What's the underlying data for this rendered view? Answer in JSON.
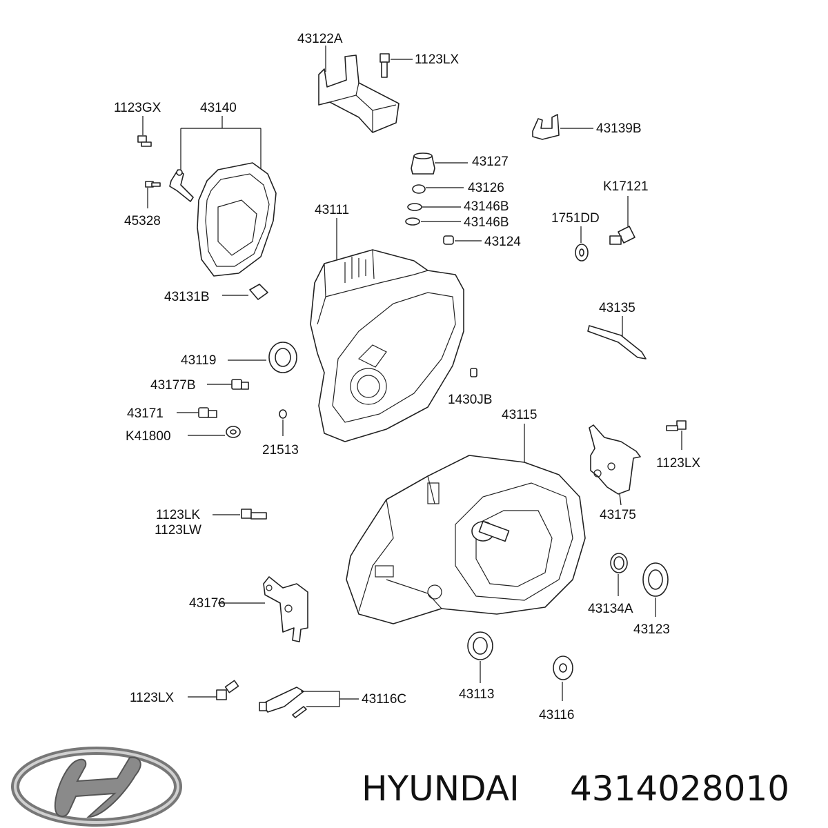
{
  "brand": {
    "name": "HYUNDAI",
    "part_number": "4314028010"
  },
  "labels": {
    "l43122A": "43122A",
    "l1123LX_top": "1123LX",
    "l1123GX": "1123GX",
    "l43140": "43140",
    "l43139B": "43139B",
    "l43127": "43127",
    "l43126": "43126",
    "l43146B_a": "43146B",
    "l43146B_b": "43146B",
    "l43124": "43124",
    "lK17121": "K17121",
    "l1751DD": "1751DD",
    "l45328": "45328",
    "l43111": "43111",
    "l43131B": "43131B",
    "l43135": "43135",
    "l43119": "43119",
    "l43177B": "43177B",
    "l43171": "43171",
    "lK41800": "K41800",
    "l21513": "21513",
    "l1430JB": "1430JB",
    "l43115": "43115",
    "l1123LX_right": "1123LX",
    "l43175": "43175",
    "l1123LK": "1123LK",
    "l1123LW": "1123LW",
    "l43176": "43176",
    "l43134A": "43134A",
    "l43123": "43123",
    "l43113": "43113",
    "l43116": "43116",
    "l1123LX_bottom": "1123LX",
    "l43116C": "43116C"
  }
}
